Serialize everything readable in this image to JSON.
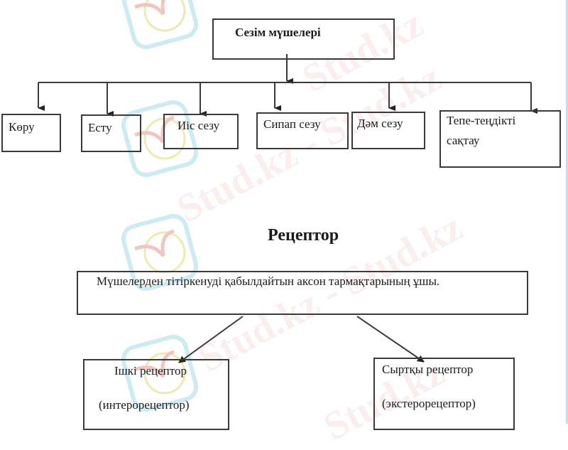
{
  "diagram1": {
    "root": "Сезім мүшелері",
    "children": [
      "Көру",
      "Есту",
      "Иіс сезу",
      "Сипап сезу",
      "Дәм сезу",
      "Тепе-теңдікті",
      "сақтау"
    ]
  },
  "diagram2": {
    "heading": "Рецептор",
    "definition": "Мүшелерден тітіркенуді қабылдайтын аксон тармақтарының ұшы.",
    "left": {
      "line1": "Ішкі рецептор",
      "line2": "(интерорецептор)"
    },
    "right": {
      "line1": "Сыртқы рецептор",
      "line2": "(экстерорецептор)"
    }
  },
  "watermark": {
    "text": "Stud.kz",
    "text_alt": "Stud.kz - Stud.kz",
    "colors": {
      "text": "#e6a3aa",
      "logo_frame": "#bfe3ee",
      "logo_bird": "#e8e28c"
    }
  },
  "colors": {
    "line": "#3a3a3a",
    "background": "#ffffff",
    "edge": "#bfe3ee"
  }
}
